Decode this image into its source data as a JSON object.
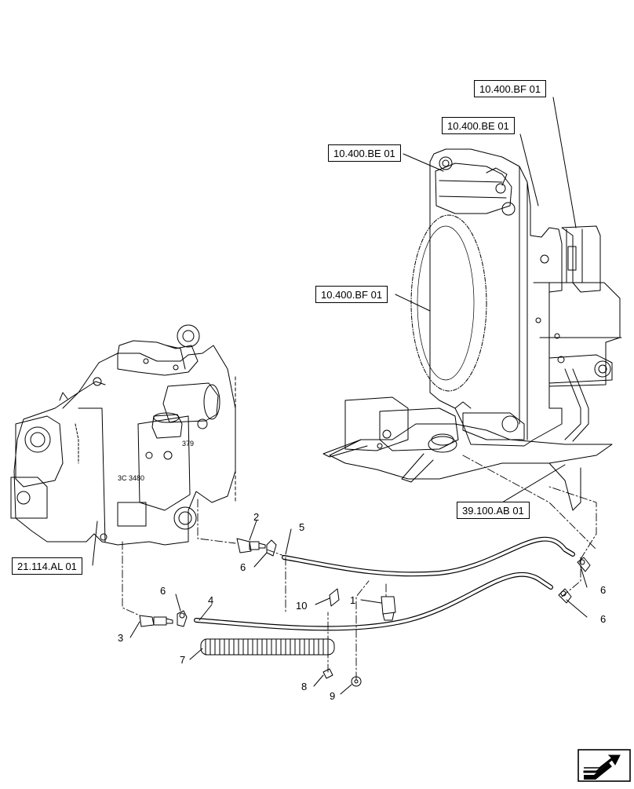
{
  "references": [
    {
      "id": "ref-bf01-top",
      "text": "10.400.BF 01"
    },
    {
      "id": "ref-be01-right",
      "text": "10.400.BE 01"
    },
    {
      "id": "ref-be01-left",
      "text": "10.400.BE 01"
    },
    {
      "id": "ref-bf01-left",
      "text": "10.400.BF 01"
    },
    {
      "id": "ref-ab01",
      "text": "39.100.AB 01"
    },
    {
      "id": "ref-al01",
      "text": "21.114.AL 01"
    }
  ],
  "callouts": [
    "2",
    "5",
    "6",
    "6",
    "6",
    "6",
    "10",
    "1",
    "4",
    "3",
    "7",
    "8",
    "9"
  ],
  "icons": {
    "navigation": "arrow-nav-icon"
  }
}
